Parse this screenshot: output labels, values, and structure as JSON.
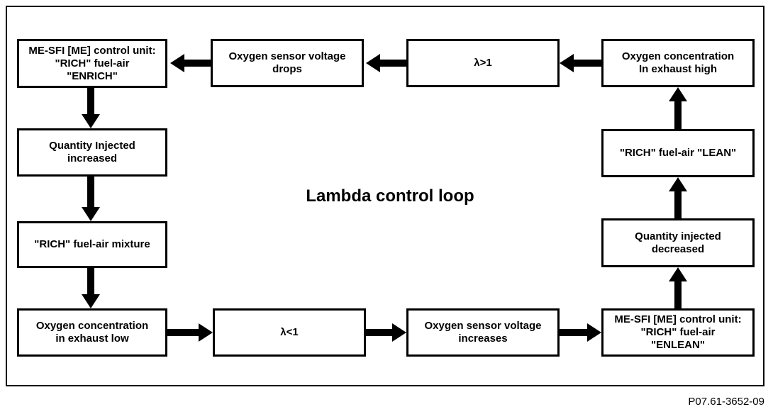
{
  "diagram": {
    "title": "Lambda control loop",
    "drawing_code": "P07.61-3652-09",
    "colors": {
      "line": "#000000",
      "background": "#ffffff"
    },
    "nodes": {
      "enrich": "ME-SFI [ME] control unit:\n\"RICH\" fuel-air\n\"ENRICH\"",
      "sensor_drops": "Oxygen sensor voltage\ndrops",
      "lambda_gt1": "λ>1",
      "o2_high": "Oxygen concentration\nIn exhaust high",
      "qty_increased": "Quantity Injected\nincreased",
      "rich_mixture": "\"RICH\" fuel-air mixture",
      "o2_low": "Oxygen concentration\nin exhaust low",
      "lambda_lt1": "λ<1",
      "sensor_increases": "Oxygen sensor voltage\nincreases",
      "enlean": "ME-SFI [ME] control unit:\n\"RICH\" fuel-air\n\"ENLEAN\"",
      "qty_decreased": "Quantity injected\ndecreased",
      "rich_lean": "\"RICH\" fuel-air \"LEAN\""
    }
  }
}
